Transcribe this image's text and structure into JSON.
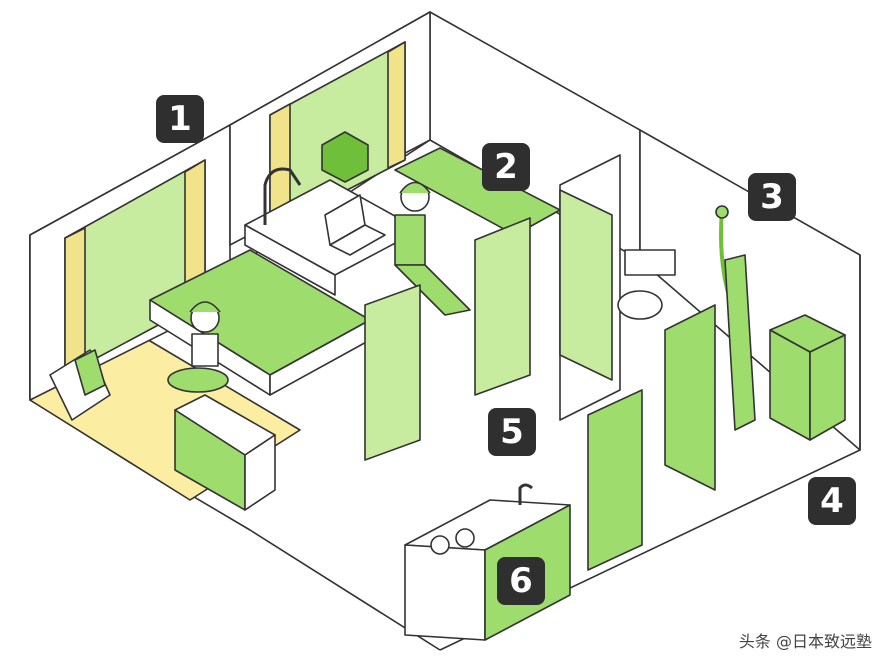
{
  "labels": [
    "1",
    "2",
    "3",
    "4",
    "5",
    "6"
  ],
  "watermark": "头条 @日本致远塾",
  "colors": {
    "green": "#9fdc6e",
    "green_light": "#c8ec9f",
    "green_dark": "#6fbf3a",
    "floor": "#fbeea2",
    "curtain": "#f1e38a",
    "badge": "#2f2f2f",
    "line": "#333333"
  }
}
